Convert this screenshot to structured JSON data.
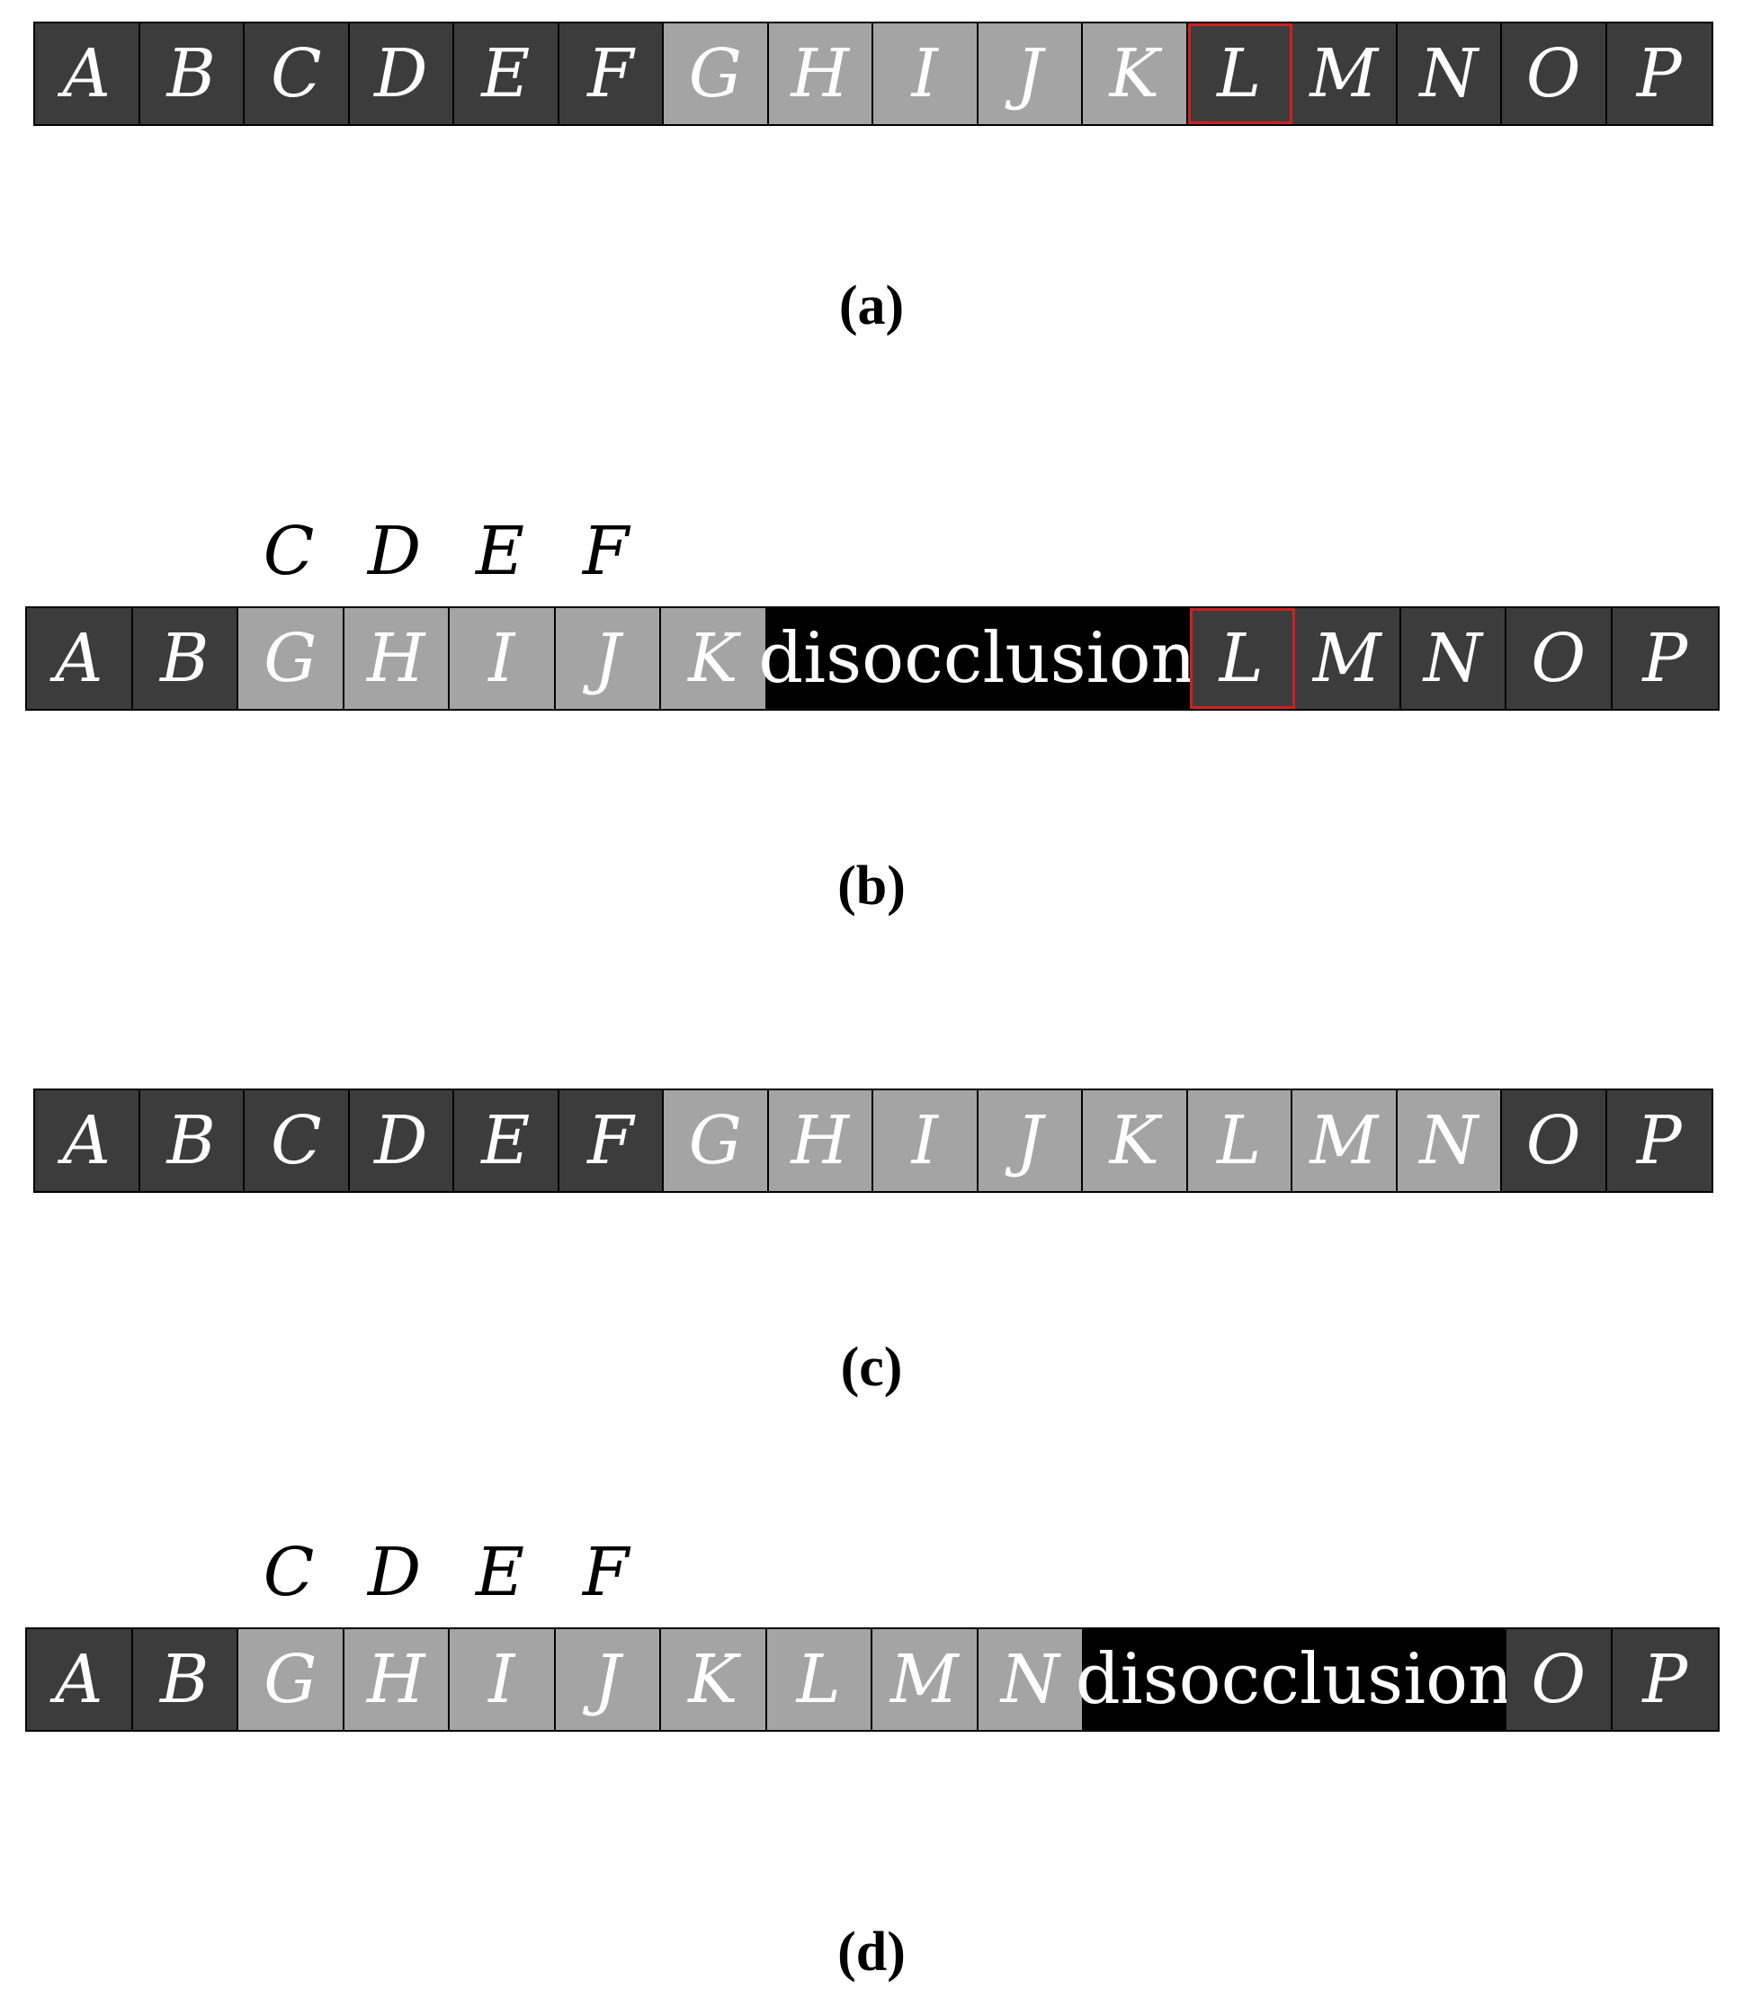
{
  "panels": [
    {
      "caption": "(a)",
      "above_labels": [],
      "cells": [
        {
          "label": "A",
          "style": "dark"
        },
        {
          "label": "B",
          "style": "dark"
        },
        {
          "label": "C",
          "style": "dark"
        },
        {
          "label": "D",
          "style": "dark"
        },
        {
          "label": "E",
          "style": "dark"
        },
        {
          "label": "F",
          "style": "dark"
        },
        {
          "label": "G",
          "style": "light"
        },
        {
          "label": "H",
          "style": "light"
        },
        {
          "label": "I",
          "style": "light"
        },
        {
          "label": "J",
          "style": "light"
        },
        {
          "label": "K",
          "style": "light"
        },
        {
          "label": "L",
          "style": "dark",
          "outlined": true
        },
        {
          "label": "M",
          "style": "dark"
        },
        {
          "label": "N",
          "style": "dark"
        },
        {
          "label": "O",
          "style": "dark"
        },
        {
          "label": "P",
          "style": "dark"
        }
      ]
    },
    {
      "caption": "(b)",
      "above_labels": [
        {
          "label": "C",
          "over": 2
        },
        {
          "label": "D",
          "over": 3
        },
        {
          "label": "E",
          "over": 4
        },
        {
          "label": "F",
          "over": 5
        }
      ],
      "cells": [
        {
          "label": "A",
          "style": "dark"
        },
        {
          "label": "B",
          "style": "dark"
        },
        {
          "label": "G",
          "style": "light"
        },
        {
          "label": "H",
          "style": "light"
        },
        {
          "label": "I",
          "style": "light"
        },
        {
          "label": "J",
          "style": "light"
        },
        {
          "label": "K",
          "style": "light"
        },
        {
          "label": "disocclusion",
          "style": "black",
          "span": 4
        },
        {
          "label": "L",
          "style": "dark",
          "outlined": true
        },
        {
          "label": "M",
          "style": "dark"
        },
        {
          "label": "N",
          "style": "dark"
        },
        {
          "label": "O",
          "style": "dark"
        },
        {
          "label": "P",
          "style": "dark"
        }
      ]
    },
    {
      "caption": "(c)",
      "above_labels": [],
      "cells": [
        {
          "label": "A",
          "style": "dark"
        },
        {
          "label": "B",
          "style": "dark"
        },
        {
          "label": "C",
          "style": "dark"
        },
        {
          "label": "D",
          "style": "dark"
        },
        {
          "label": "E",
          "style": "dark"
        },
        {
          "label": "F",
          "style": "dark"
        },
        {
          "label": "G",
          "style": "light"
        },
        {
          "label": "H",
          "style": "light"
        },
        {
          "label": "I",
          "style": "light"
        },
        {
          "label": "J",
          "style": "light"
        },
        {
          "label": "K",
          "style": "light"
        },
        {
          "label": "L",
          "style": "light"
        },
        {
          "label": "M",
          "style": "light"
        },
        {
          "label": "N",
          "style": "light"
        },
        {
          "label": "O",
          "style": "dark"
        },
        {
          "label": "P",
          "style": "dark"
        }
      ]
    },
    {
      "caption": "(d)",
      "above_labels": [
        {
          "label": "C",
          "over": 2
        },
        {
          "label": "D",
          "over": 3
        },
        {
          "label": "E",
          "over": 4
        },
        {
          "label": "F",
          "over": 5
        }
      ],
      "cells": [
        {
          "label": "A",
          "style": "dark"
        },
        {
          "label": "B",
          "style": "dark"
        },
        {
          "label": "G",
          "style": "light"
        },
        {
          "label": "H",
          "style": "light"
        },
        {
          "label": "I",
          "style": "light"
        },
        {
          "label": "J",
          "style": "light"
        },
        {
          "label": "K",
          "style": "light"
        },
        {
          "label": "L",
          "style": "light"
        },
        {
          "label": "M",
          "style": "light"
        },
        {
          "label": "N",
          "style": "light"
        },
        {
          "label": "disocclusion",
          "style": "black",
          "span": 4
        },
        {
          "label": "O",
          "style": "dark"
        },
        {
          "label": "P",
          "style": "dark"
        }
      ]
    }
  ],
  "colors": {
    "dark_cell": "#3c3c3c",
    "light_cell": "#a4a4a4",
    "disocclusion": "#000000",
    "highlight_outline": "#d02020"
  }
}
